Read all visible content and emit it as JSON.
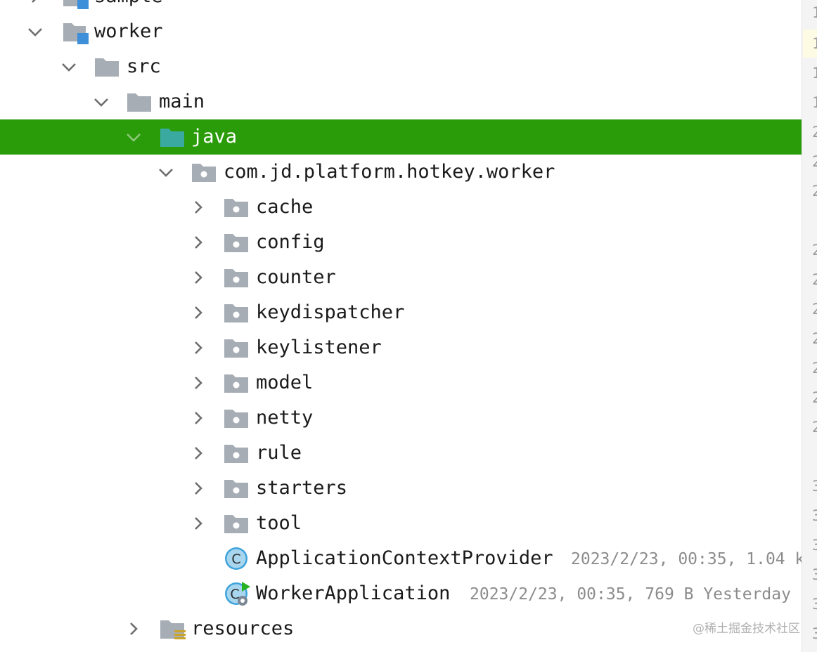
{
  "tree": {
    "items": [
      {
        "label": "sample",
        "meta": ""
      },
      {
        "label": "worker",
        "meta": ""
      },
      {
        "label": "src",
        "meta": ""
      },
      {
        "label": "main",
        "meta": ""
      },
      {
        "label": "java",
        "meta": ""
      },
      {
        "label": "com.jd.platform.hotkey.worker",
        "meta": ""
      },
      {
        "label": "cache",
        "meta": ""
      },
      {
        "label": "config",
        "meta": ""
      },
      {
        "label": "counter",
        "meta": ""
      },
      {
        "label": "keydispatcher",
        "meta": ""
      },
      {
        "label": "keylistener",
        "meta": ""
      },
      {
        "label": "model",
        "meta": ""
      },
      {
        "label": "netty",
        "meta": ""
      },
      {
        "label": "rule",
        "meta": ""
      },
      {
        "label": "starters",
        "meta": ""
      },
      {
        "label": "tool",
        "meta": ""
      },
      {
        "label": "ApplicationContextProvider",
        "meta": "2023/2/23, 00:35, 1.04 k"
      },
      {
        "label": "WorkerApplication",
        "meta": "2023/2/23, 00:35, 769 B Yesterday"
      },
      {
        "label": "resources",
        "meta": ""
      }
    ]
  },
  "gutter": {
    "line_numbers": [
      "1",
      "1",
      "1",
      "1",
      "2",
      "2",
      "2",
      "2",
      "2",
      "2",
      "2",
      "2",
      "2",
      "2",
      "3",
      "3",
      "3",
      "3",
      "3",
      "3"
    ]
  },
  "watermark": "@稀土掘金技术社区",
  "colors": {
    "selection": "#2a9b09",
    "folder_gray": "#a7adb5",
    "source_folder_teal": "#3aa9a0",
    "module_blue": "#3d8fd9",
    "class_circle": "#3ea3db",
    "run_marker": "#28b023"
  }
}
